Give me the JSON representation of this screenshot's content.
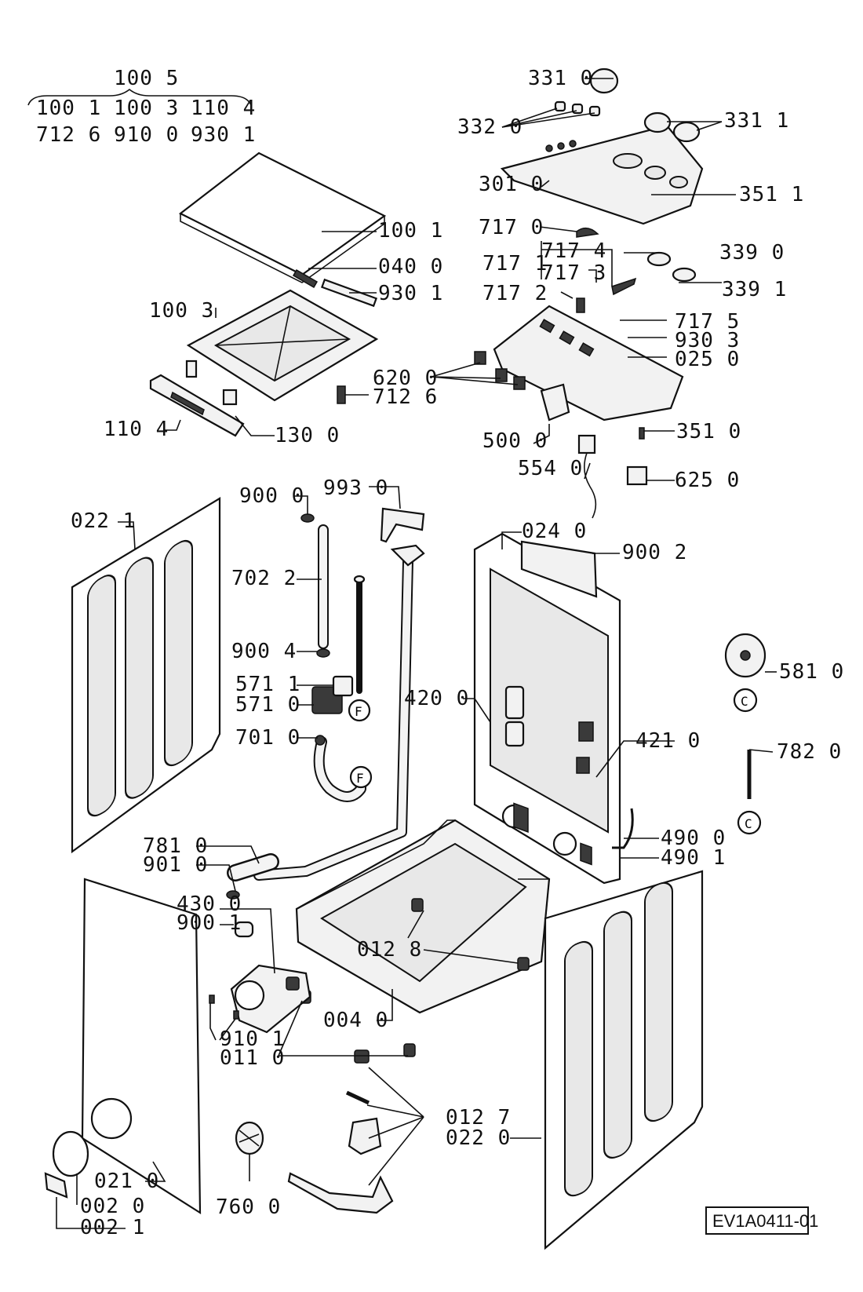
{
  "diagram_id": "EV1A0411-01",
  "kit": {
    "label": "100 5",
    "contents": [
      "100 1",
      "100 3",
      "110 4",
      "712 6",
      "910 0",
      "930 1"
    ]
  },
  "parts": {
    "p0021": "002 1",
    "p0020": "002 0",
    "p0040": "004 0",
    "p0110": "011 0",
    "p0127": "012 7",
    "p0128": "012 8",
    "p0210": "021 0",
    "p0220": "022 0",
    "p0221": "022 1",
    "p0240": "024 0",
    "p0250": "025 0",
    "p0400": "040 0",
    "p1001": "100 1",
    "p1003": "100 3",
    "p1104": "110 4",
    "p1300": "130 0",
    "p3010": "301 0",
    "p3310": "331 0",
    "p3311": "331 1",
    "p3320": "332 0",
    "p3390": "339 0",
    "p3391": "339 1",
    "p3510": "351 0",
    "p3511": "351 1",
    "p4200": "420 0",
    "p4210": "421 0",
    "p4300": "430 0",
    "p4900": "490 0",
    "p4901": "490 1",
    "p5000": "500 0",
    "p5540": "554 0",
    "p5710": "571 0",
    "p5711": "571 1",
    "p5810": "581 0",
    "p6200": "620 0",
    "p6250": "625 0",
    "p7010": "701 0",
    "p7022": "702 2",
    "p7126": "712 6",
    "p7170": "717 0",
    "p7171": "717 1",
    "p7172": "717 2",
    "p7173": "717 3",
    "p7174": "717 4",
    "p7175": "717 5",
    "p7600": "760 0",
    "p7810": "781 0",
    "p7820": "782 0",
    "p9000": "900 0",
    "p9001": "900 1",
    "p9002": "900 2",
    "p9004": "900 4",
    "p9010": "901 0",
    "p9101": "910 1",
    "p9301": "930 1",
    "p9303": "930 3",
    "p9930": "993 0"
  },
  "connectors": {
    "f_upper": "F",
    "f_lower": "F",
    "c_upper": "C",
    "c_lower": "C"
  }
}
